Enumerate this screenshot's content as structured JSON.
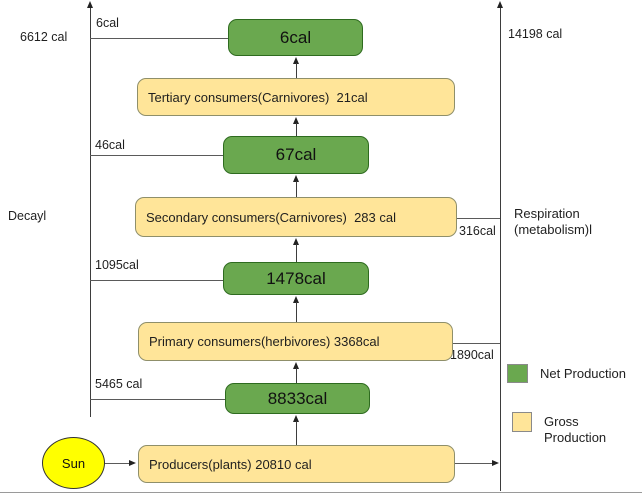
{
  "diagram_type": "energy-flow-food-chain",
  "sun": {
    "label": "Sun"
  },
  "decay_axis": {
    "total_label": "6612 cal",
    "name_label": "Decayl"
  },
  "respiration_axis": {
    "total_label": "14198 cal",
    "name_label": "Respiration (metabolism)l"
  },
  "levels": [
    {
      "name": "producers",
      "gross_label": "Producers(plants) 20810 cal",
      "net_label": "8833cal",
      "decay_label": "5465 cal"
    },
    {
      "name": "primary-consumers",
      "gross_label": "Primary consumers(herbivores) 3368cal",
      "net_label": "1478cal",
      "decay_label": "1095cal",
      "respiration_label": "1890cal"
    },
    {
      "name": "secondary-consumers",
      "gross_label": "Secondary consumers(Carnivores)  283 cal",
      "net_label": "67cal",
      "decay_label": "46cal",
      "respiration_label": "316cal"
    },
    {
      "name": "tertiary-consumers",
      "gross_label": "Tertiary consumers(Carnivores)  21cal",
      "net_label": "6cal",
      "decay_label": "6cal"
    }
  ],
  "legend": {
    "net_label": "Net Production",
    "gross_label": "Gross Production"
  },
  "colors": {
    "net_fill": "#6aa84f",
    "net_border": "#2e6b1f",
    "gross_fill": "#ffe599",
    "gross_border": "#8f8f6a",
    "sun_fill": "#ffff00",
    "line": "#3d3d3d"
  }
}
